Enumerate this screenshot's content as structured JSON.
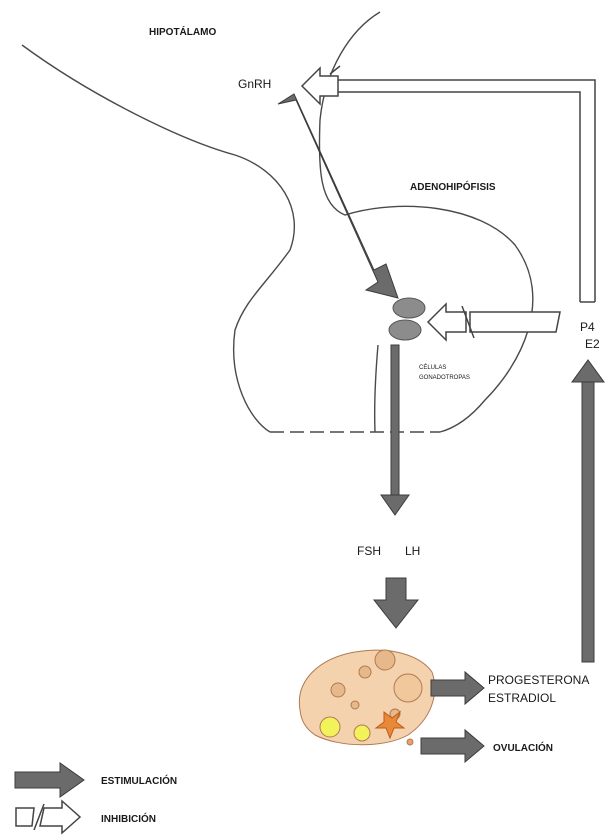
{
  "labels": {
    "hypothalamus": "HIPOTÁLAMO",
    "gnrh": "GnRH",
    "adenohypophysis": "ADENOHIPÓFISIS",
    "gonadotrope_cells_line1": "CÉLULAS",
    "gonadotrope_cells_line2": "GONADOTROPAS",
    "p4": "P4",
    "e2": "E2",
    "fsh": "FSH",
    "lh": "LH",
    "progesterone": "PROGESTERONA",
    "estradiol": "ESTRADIOL",
    "ovulation": "OVULACIÓN"
  },
  "legend": {
    "stimulation": "ESTIMULACIÓN",
    "inhibition": "INHIBICIÓN"
  },
  "colors": {
    "stimulation_arrow": "#6b6b6b",
    "inhibition_arrow_fill": "#ffffff",
    "outline": "#444444",
    "gonadotrope_cells": "#8c8c8c",
    "ovary": "#f4d2ae",
    "follicles": "#e6b88a",
    "corpus_luteum": "#f2f25a",
    "ovulating_follicle": "#e8893a"
  }
}
